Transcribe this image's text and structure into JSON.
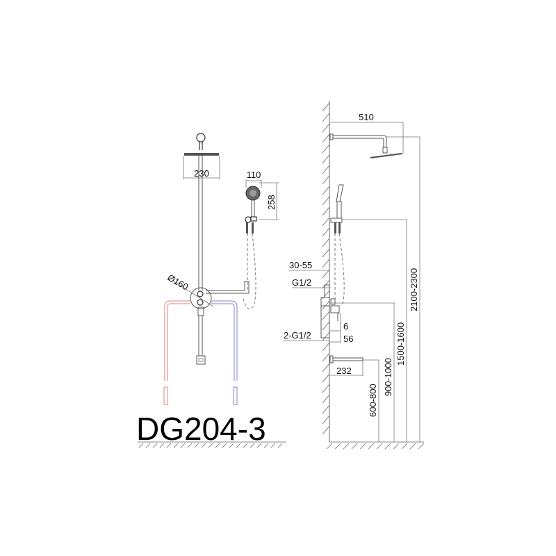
{
  "model": {
    "label": "DG204-3"
  },
  "front_view": {
    "dimensions": {
      "rain_shower_width": "230",
      "hand_shower_width": "110",
      "hand_shower_height": "258",
      "mixer_diameter": "Ø160"
    },
    "colors": {
      "hot_pipe": "#e08080",
      "cold_pipe": "#8080d0"
    }
  },
  "side_view": {
    "dimensions": {
      "arm_length": "510",
      "wall_depth": "30-55",
      "inlet_thread": "G1/2",
      "offset_6": "6",
      "offset_56": "56",
      "dual_inlet": "2-G1/2",
      "spout_length": "232",
      "spout_height": "600-800",
      "mixer_height": "900-1000",
      "holder_height": "1500-1600",
      "head_height": "2100-2300"
    }
  }
}
